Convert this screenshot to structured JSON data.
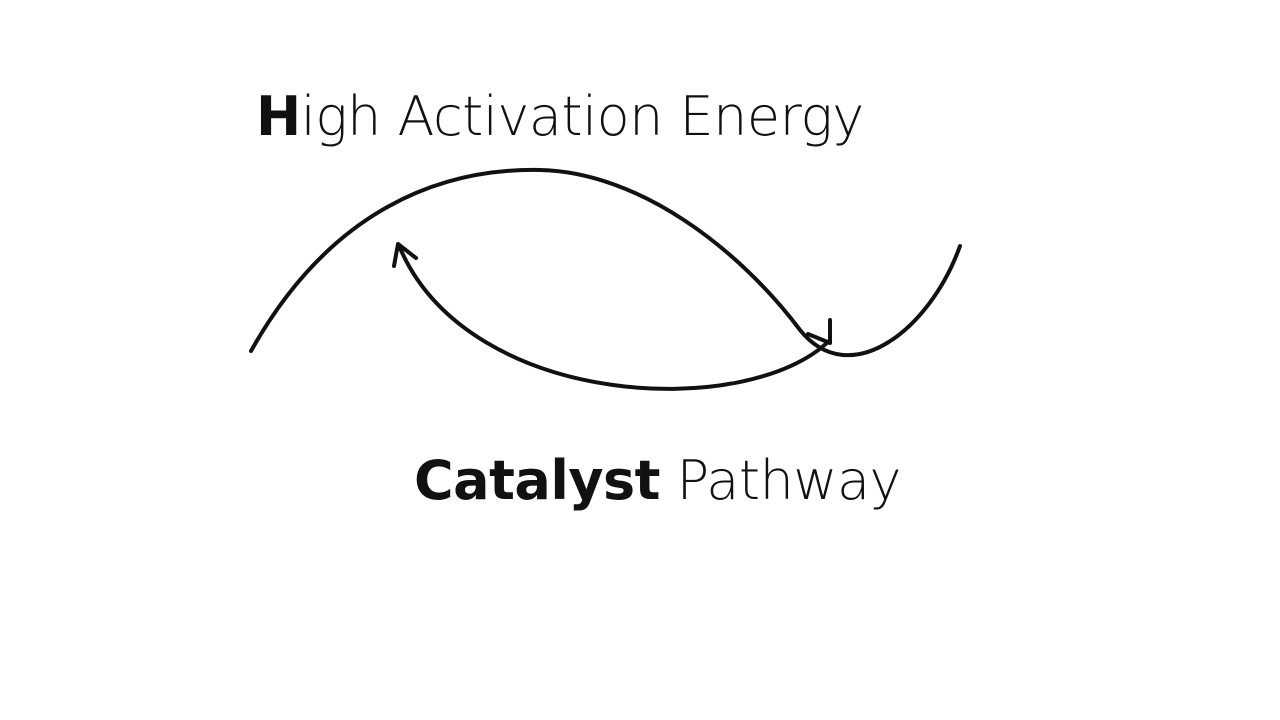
{
  "top_label": {
    "bold_part": "H",
    "light_part": "igh Activation Energy"
  },
  "bottom_label": {
    "bold_part": "Catalyst",
    "light_part": " Pathway"
  },
  "colors": {
    "stroke": "#111111",
    "background": "#ffffff"
  }
}
